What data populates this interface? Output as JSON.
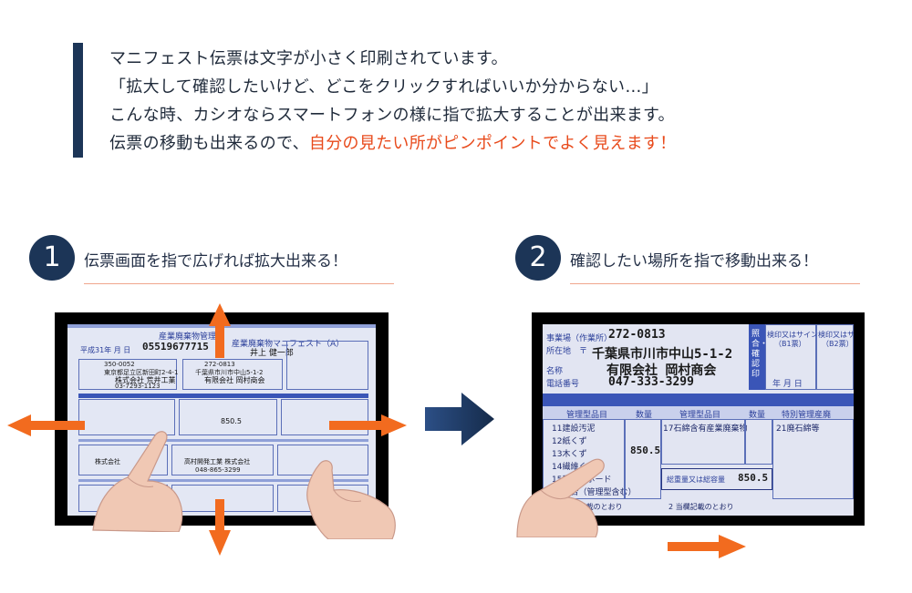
{
  "intro": {
    "line1": "マニフェスト伝票は文字が小さく印刷されています。",
    "line2": "「拡大して確認したいけど、どこをクリックすればいいか分からない…」",
    "line3": "こんな時、カシオならスマートフォンの様に指で拡大することが出来ます。",
    "line4_plain": "伝票の移動も出来るので、",
    "line4_highlight": "自分の見たい所がピンポイントでよく見えます！"
  },
  "steps": [
    {
      "num": "1",
      "text": "伝票画面を指で広げれば拡大出来る！"
    },
    {
      "num": "2",
      "text": "確認したい場所を指で移動出来る！"
    }
  ],
  "tablet1": {
    "title": "産業廃棄物管理票",
    "manifest_title": "産業廃棄物マニフェスト（A）",
    "number": "05519677715",
    "date": "平成31年  月  日",
    "zip1": "350-0052",
    "addr1": "東京都足立区新田町2-4-1",
    "company1": "株式会社  荒井工業",
    "tel1": "03-7293-1123",
    "person": "井上  健一郎",
    "zip2": "272-0813",
    "addr2": "千葉県市川市中山5-1-2",
    "company2": "有限会社  岡村商会",
    "qty": "850.5",
    "company3": "株式会社",
    "company4": "高村開発工業  株式会社",
    "tel4": "048-865-3299"
  },
  "tablet2": {
    "label_office": "事業場（作業所）",
    "label_addr": "所在地",
    "label_postal": "〒",
    "label_name": "名称",
    "label_tel": "電話番号",
    "zip": "272-0813",
    "address": "千葉県市川市中山5-1-2",
    "company": "有限会社  岡村商会",
    "tel": "047-333-3299",
    "stamp": "照合・確認印",
    "sign_b1": "検印又はサイン",
    "sign_b1_sub": "（B1票）",
    "sign_b2": "検印又はサ",
    "sign_b2_sub": "（B2票）",
    "date_label": "年  月  日",
    "col_headers": [
      "管理型品目",
      "数量",
      "管理型品目",
      "数量",
      "特別管理産廃"
    ],
    "items": [
      "11建設汚泥",
      "12紙くず",
      "13木くず",
      "14繊維くず",
      "15廃石膏ボード",
      "16混合（管理型含む）"
    ],
    "items_mid": [
      "17石綿含有産業廃棄物"
    ],
    "items_right": [
      "21廃石綿等"
    ],
    "qty_13": "850.5",
    "total_label": "総重量又は総容量",
    "total_value": "850.5",
    "note1": "1 記載のとおり",
    "note2": "2 当欄記載のとおり"
  },
  "colors": {
    "navy": "#1c3557",
    "accent": "#e84a1b",
    "arrow_orange": "#f26b1f"
  },
  "icons": [
    "hand-icon",
    "arrow-up-icon",
    "arrow-down-icon",
    "arrow-left-icon",
    "arrow-right-icon",
    "chevron-arrow-icon"
  ]
}
